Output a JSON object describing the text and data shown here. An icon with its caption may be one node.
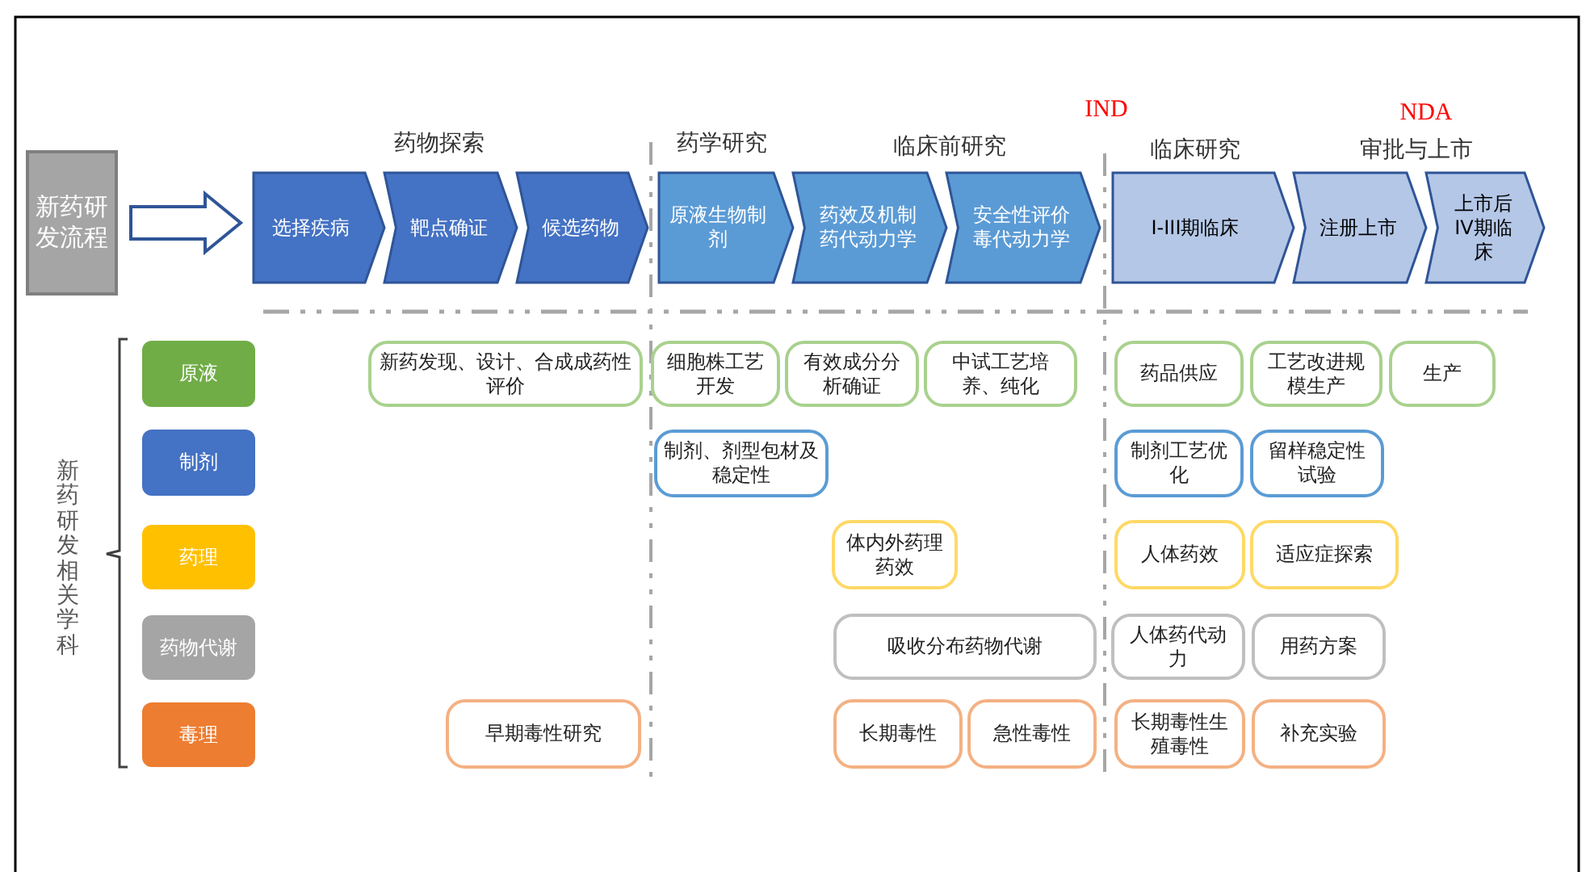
{
  "diagram": {
    "nodes": [
      {
        "text": [
          "新药研发流程"
        ]
      },
      {
        "text": [
          "选择疾病"
        ]
      },
      {
        "text": [
          "靶点确证"
        ]
      },
      {
        "text": [
          "候选药物"
        ]
      },
      {
        "text": [
          "原液生物制剂"
        ]
      },
      {
        "text": [
          "药效及机制药代动力学"
        ]
      },
      {
        "text": [
          "安全性评价毒代动力学"
        ]
      },
      {
        "text": [
          "I-III期临床"
        ]
      },
      {
        "text": [
          "注册上市"
        ]
      },
      {
        "text": [
          "上市后IV期临床"
        ]
      },
      {
        "text": [
          "原液"
        ]
      },
      {
        "text": [
          "制剂"
        ]
      },
      {
        "text": [
          "药理"
        ]
      },
      {
        "text": [
          "药物代谢"
        ]
      },
      {
        "text": [
          "毒理"
        ]
      },
      {
        "text": [
          "新药发现、设计、合成成药性评价"
        ]
      },
      {
        "text": [
          "细胞株工艺开发"
        ]
      },
      {
        "text": [
          "有效成分分析确证"
        ]
      },
      {
        "text": [
          "中试工艺培养、纯化"
        ]
      },
      {
        "text": [
          "药品供应"
        ]
      },
      {
        "text": [
          "工艺改进规模生产"
        ]
      },
      {
        "text": [
          "生产"
        ]
      },
      {
        "text": [
          "制剂、剂型包材及稳定性"
        ]
      },
      {
        "text": [
          "制剂工艺优化"
        ]
      },
      {
        "text": [
          "留样稳定性试验"
        ]
      },
      {
        "text": [
          "体内外药理药效"
        ]
      },
      {
        "text": [
          "人体药效"
        ]
      },
      {
        "text": [
          "适应症探索"
        ]
      },
      {
        "text": [
          "吸收分布药物代谢"
        ]
      },
      {
        "text": [
          "人体药代动力"
        ]
      },
      {
        "text": [
          "用药方案"
        ]
      },
      {
        "text": [
          "早期毒性研究"
        ]
      },
      {
        "text": [
          "长期毒性"
        ]
      },
      {
        "text": [
          "急性毒性"
        ]
      },
      {
        "text": [
          "长期毒性生殖毒性"
        ]
      },
      {
        "text": [
          "补充实验"
        ]
      }
    ],
    "edges": [
      {
        "from": 0,
        "to": 1,
        "arrow": "to",
        "style": "thick"
      }
    ],
    "labels": [
      "IND",
      "NDA",
      "药物探索",
      "药学研究",
      "临床前研究",
      "临床研究",
      "审批与上市",
      "新药研发相关学科"
    ]
  }
}
